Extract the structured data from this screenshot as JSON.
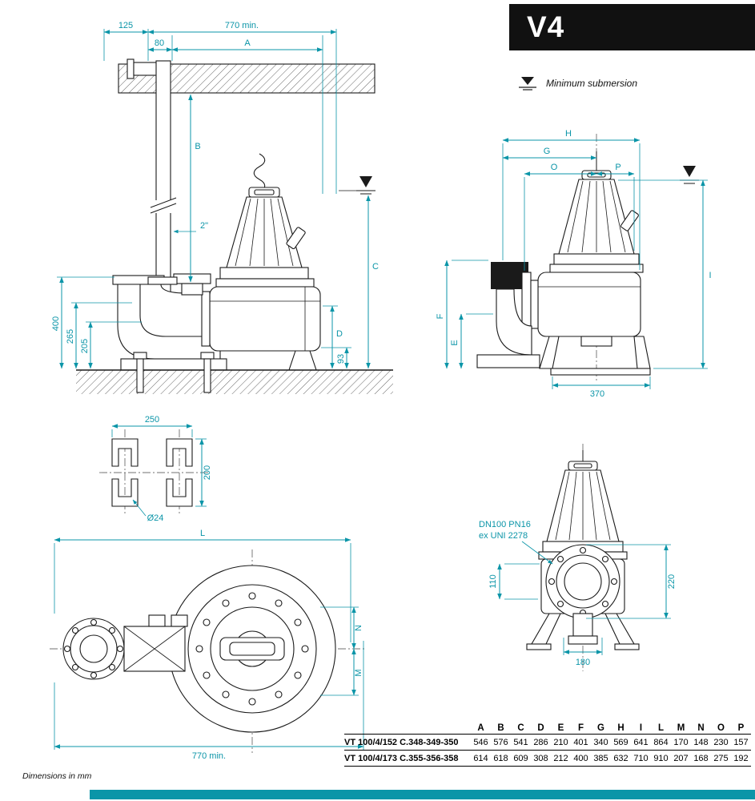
{
  "colors": {
    "accent": "#0b95a8",
    "banner": "#111111",
    "ink": "#1a1a1a"
  },
  "banner": {
    "model": "V4"
  },
  "legend": {
    "min_submersion": "Minimum submersion"
  },
  "installation_view": {
    "dims": {
      "d125": "125",
      "d770": "770 min.",
      "d80": "80",
      "dA": "A",
      "dB": "B",
      "d2in": "2\"",
      "d400": "400",
      "d265": "265",
      "d205": "205",
      "dC": "C",
      "dD": "D",
      "d93": "93"
    }
  },
  "side_view": {
    "dims": {
      "dH": "H",
      "dG": "G",
      "dO": "O",
      "dP": "P",
      "dF": "F",
      "dE": "E",
      "dI": "I",
      "d370": "370"
    }
  },
  "claw_detail": {
    "dims": {
      "d250": "250",
      "d200": "200",
      "d24": "Ø24"
    }
  },
  "top_view": {
    "dims": {
      "dL": "L",
      "dN": "N",
      "dM": "M",
      "d770": "770 min."
    }
  },
  "front_view": {
    "flange_label_line1": "DN100 PN16",
    "flange_label_line2": "ex UNI 2278",
    "dims": {
      "d110": "110",
      "d220": "220",
      "d180": "180"
    }
  },
  "table": {
    "headers": [
      "A",
      "B",
      "C",
      "D",
      "E",
      "F",
      "G",
      "H",
      "I",
      "L",
      "M",
      "N",
      "O",
      "P"
    ],
    "rows": [
      {
        "model": "VT 100/4/152 C.348-349-350",
        "values": [
          "546",
          "576",
          "541",
          "286",
          "210",
          "401",
          "340",
          "569",
          "641",
          "864",
          "170",
          "148",
          "230",
          "157"
        ]
      },
      {
        "model": "VT 100/4/173 C.355-356-358",
        "values": [
          "614",
          "618",
          "609",
          "308",
          "212",
          "400",
          "385",
          "632",
          "710",
          "910",
          "207",
          "168",
          "275",
          "192"
        ]
      }
    ]
  },
  "footer": {
    "note": "Dimensions in mm"
  }
}
